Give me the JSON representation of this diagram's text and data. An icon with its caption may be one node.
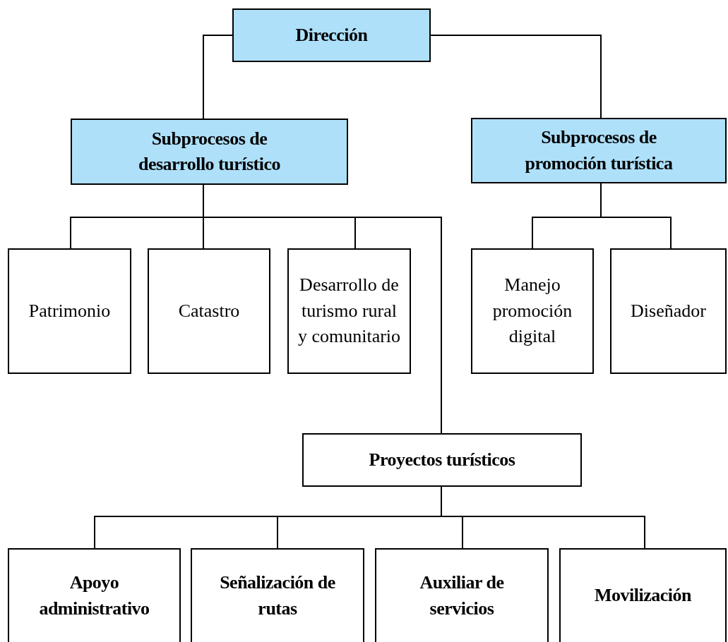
{
  "diagram": {
    "nodes": [
      {
        "text": [
          "Dirección"
        ]
      },
      {
        "text": [
          "Subprocesos de desarrollo turístico"
        ]
      },
      {
        "text": [
          "Subprocesos de promoción turística"
        ]
      },
      {
        "text": [
          "Patrimonio"
        ]
      },
      {
        "text": [
          "Catastro"
        ]
      },
      {
        "text": [
          "Desarrollo de turismo rural y comunitario"
        ]
      },
      {
        "text": [
          "Manejo promoción digital"
        ]
      },
      {
        "text": [
          "Diseñador"
        ]
      },
      {
        "text": [
          "Proyectos turísticos"
        ]
      },
      {
        "text": [
          "Apoyo administrativo"
        ]
      },
      {
        "text": [
          "Señalización de rutas"
        ]
      },
      {
        "text": [
          "Auxiliar de servicios"
        ]
      },
      {
        "text": [
          "Movilización"
        ]
      }
    ],
    "edges": [
      {
        "from": 0,
        "to": 1,
        "arrow": "none"
      },
      {
        "from": 0,
        "to": 2,
        "arrow": "none"
      },
      {
        "from": 1,
        "to": 3,
        "arrow": "none"
      },
      {
        "from": 1,
        "to": 4,
        "arrow": "none"
      },
      {
        "from": 1,
        "to": 5,
        "arrow": "none"
      },
      {
        "from": 1,
        "to": 8,
        "arrow": "none"
      },
      {
        "from": 2,
        "to": 6,
        "arrow": "none"
      },
      {
        "from": 2,
        "to": 7,
        "arrow": "none"
      },
      {
        "from": 8,
        "to": 9,
        "arrow": "none"
      },
      {
        "from": 8,
        "to": 10,
        "arrow": "none"
      },
      {
        "from": 8,
        "to": 11,
        "arrow": "none"
      },
      {
        "from": 8,
        "to": 12,
        "arrow": "none"
      }
    ]
  }
}
